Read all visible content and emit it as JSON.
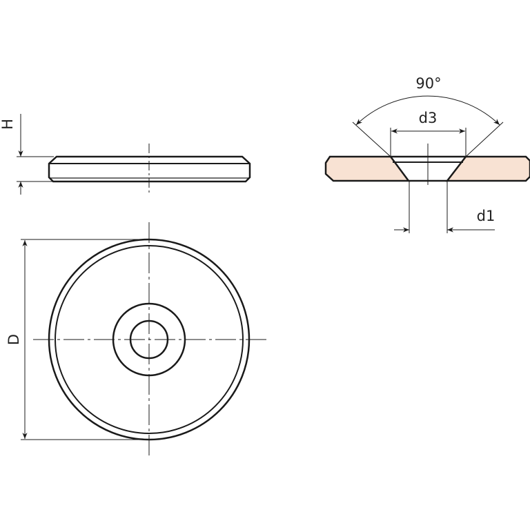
{
  "labels": {
    "angle": "90°",
    "d3": "d3",
    "d1": "d1",
    "H": "H",
    "D": "D"
  },
  "colors": {
    "section_fill": "#f8e2d3",
    "line": "#1a1a1a"
  }
}
